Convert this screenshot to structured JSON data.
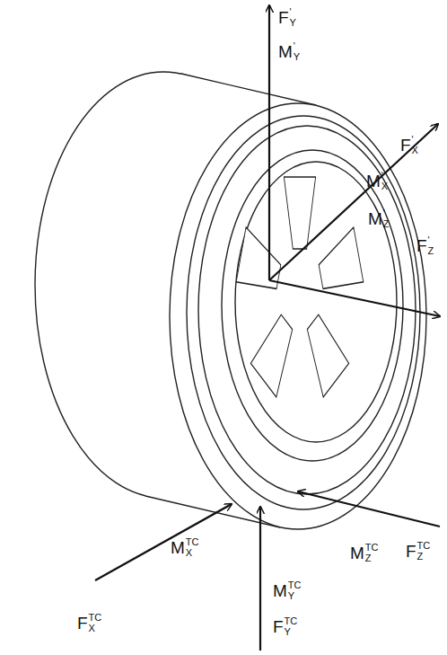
{
  "diagram": {
    "labels": [
      "F'Y",
      "M'Y",
      "F'X",
      "M'X",
      "M'Z",
      "F'Z",
      "FTCX",
      "MTCX",
      "MTCY",
      "FTCY",
      "MTCZ",
      "FTCZ"
    ]
  }
}
